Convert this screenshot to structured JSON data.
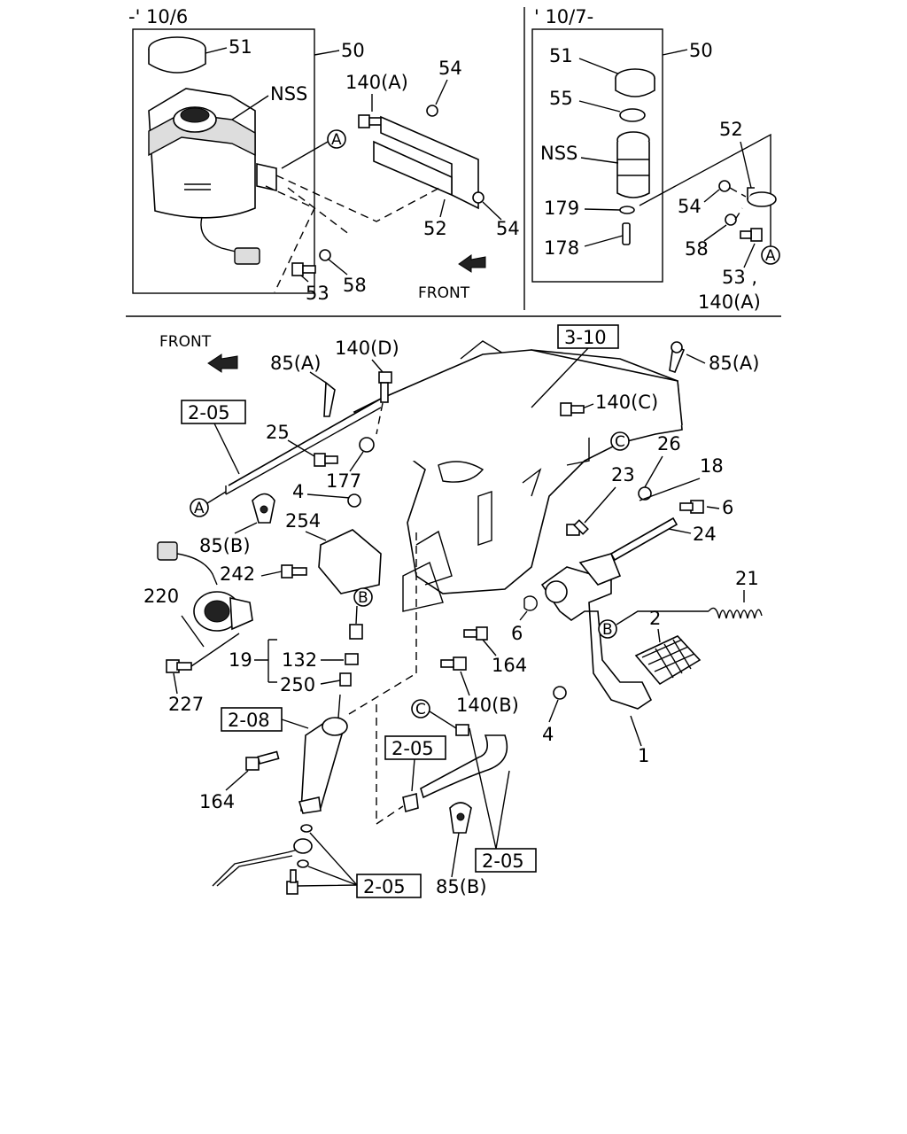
{
  "panels": {
    "left": {
      "label": "-' 10/6"
    },
    "right": {
      "label": "' 10/7-"
    }
  },
  "left_labels": [
    "51",
    "50",
    "NSS",
    "140(A)",
    "54",
    "52",
    "54",
    "53",
    "58",
    "FRONT"
  ],
  "right_labels": [
    "51",
    "50",
    "55",
    "NSS",
    "52",
    "54",
    "179",
    "178",
    "58",
    "53 ,",
    "140(A)"
  ],
  "main_labels": [
    "FRONT",
    "85(A)",
    "140(D)",
    "3-10",
    "85(A)",
    "140(C)",
    "2-05",
    "25",
    "26",
    "18",
    "23",
    "177",
    "4",
    "6",
    "24",
    "85(B)",
    "254",
    "242",
    "220",
    "21",
    "2",
    "6",
    "164",
    "19",
    "132",
    "250",
    "140(B)",
    "227",
    "2-08",
    "4",
    "1",
    "2-05",
    "164",
    "2-05",
    "85(B)",
    "2-05"
  ],
  "markers": {
    "A": "A",
    "B": "B",
    "C": "C"
  }
}
